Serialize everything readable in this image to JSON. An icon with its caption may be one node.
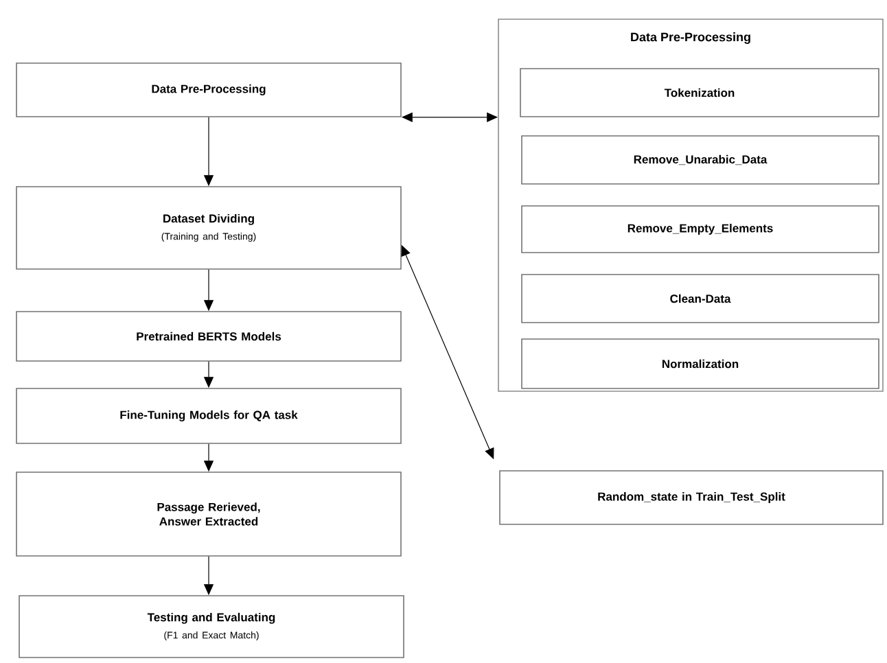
{
  "diagram": {
    "nodes": [
      {
        "text": [
          "Data Pre-Processing"
        ]
      },
      {
        "text": [
          "Dataset Dividing",
          "(Training and Testing)"
        ]
      },
      {
        "text": [
          "Pretrained BERTS Models"
        ]
      },
      {
        "text": [
          "Fine-Tuning Models for QA task"
        ]
      },
      {
        "text": [
          "Passage Rerieved, Answer Extracted"
        ]
      },
      {
        "text": [
          "Testing and Evaluating",
          "(F1 and Exact Match)"
        ]
      },
      {
        "text": [
          "Data Pre-Processing"
        ]
      },
      {
        "text": [
          "Tokenization"
        ],
        "in": 6
      },
      {
        "text": [
          "Remove_Unarabic_Data"
        ],
        "in": 6
      },
      {
        "text": [
          "Remove_Empty_Elements"
        ],
        "in": 6
      },
      {
        "text": [
          "Clean-Data"
        ],
        "in": 6
      },
      {
        "text": [
          "Normalization"
        ],
        "in": 6
      },
      {
        "text": [
          "Random_state in Train_Test_Split"
        ]
      }
    ],
    "edges": [
      {
        "from": 0,
        "to": 1,
        "arrow": "to"
      },
      {
        "from": 1,
        "to": 2,
        "arrow": "to"
      },
      {
        "from": 2,
        "to": 3,
        "arrow": "to"
      },
      {
        "from": 3,
        "to": 4,
        "arrow": "to"
      },
      {
        "from": 4,
        "to": 5,
        "arrow": "to"
      },
      {
        "from": 0,
        "to": 6,
        "arrow": "both"
      },
      {
        "from": 1,
        "to": 12,
        "arrow": "both"
      }
    ]
  }
}
